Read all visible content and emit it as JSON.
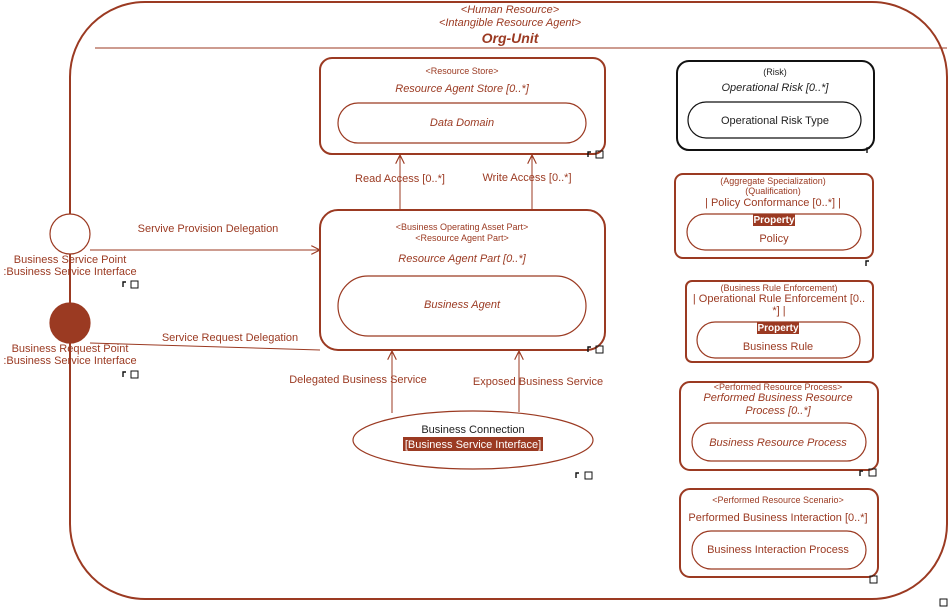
{
  "org_unit": {
    "stereotype_1": "<Human Resource>",
    "stereotype_2": "<Intangible Resource Agent>",
    "title": "Org-Unit"
  },
  "resource_store": {
    "stereotype": "<Resource Store>",
    "title": "Resource Agent Store [0..*]",
    "inner": "Data Domain"
  },
  "resource_agent_part": {
    "stereotype_1": "<Business Operating Asset Part>",
    "stereotype_2": "<Resource Agent Part>",
    "title": "Resource Agent Part [0..*]",
    "inner": "Business Agent"
  },
  "connection": {
    "name": "Business Connection",
    "interface": "[Business Service Interface]"
  },
  "ports": {
    "service_point_1": "Business Service Point",
    "service_point_2": ":Business Service Interface",
    "request_point_1": "Business Request Point",
    "request_point_2": ":Business Service Interface"
  },
  "edges": {
    "read_access": "Read Access [0..*]",
    "write_access": "Write Access [0..*]",
    "service_provision": "Servive Provision Delegation",
    "service_request": "Service Request Delegation",
    "delegated_service": "Delegated Business Service",
    "exposed_service": "Exposed Business Service"
  },
  "risk": {
    "stereotype": "(Risk)",
    "title": "Operational Risk [0..*]",
    "inner": "Operational Risk Type"
  },
  "policy": {
    "stereotype_1": "(Aggregate Specialization)",
    "stereotype_2": "(Qualification)",
    "title": "| Policy Conformance [0..*] |",
    "property_tag": "Property",
    "inner": "Policy"
  },
  "rule": {
    "stereotype": "(Business Rule Enforcement)",
    "title_1": "| Operational Rule Enforcement [0..",
    "title_2": "*] |",
    "property_tag": "Property",
    "inner": "Business Rule"
  },
  "process": {
    "stereotype": "<Performed Resource Process>",
    "title_1": "Performed Business Resource",
    "title_2": "Process [0..*]",
    "inner": "Business Resource Process"
  },
  "interaction": {
    "stereotype": "<Performed Resource Scenario>",
    "title": "Performed Business Interaction [0..*]",
    "inner": "Business Interaction Process"
  },
  "colors": {
    "accent": "#9b3a22",
    "black": "#111111",
    "background": "#ffffff"
  }
}
